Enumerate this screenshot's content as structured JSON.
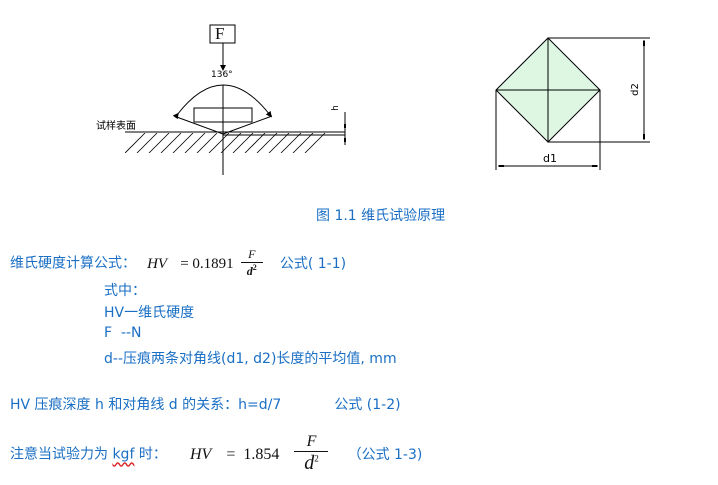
{
  "figure": {
    "force_label": "F",
    "angle_label": "136°",
    "surface_label": "试样表面",
    "depth_label": "h",
    "diag1_label": "d1",
    "diag2_label": "d2",
    "caption": "图 1.1 维氏试验原理",
    "fill_color": "#ddf7e3"
  },
  "text_color": "#1a6fc4",
  "formula1": {
    "label": "维氏硬度计算公式：",
    "lhs": "HV",
    "eq": "= 0.1891",
    "numerator": "F",
    "denominator": "d",
    "exponent": "2",
    "ref": "公式( 1-1)"
  },
  "where": {
    "title": "式中：",
    "items": [
      "HV一维氏硬度",
      "F  --N",
      "d--压痕两条对角线(d1, d2)长度的平均值, mm"
    ]
  },
  "relation": {
    "text": "HV 压痕深度 h 和对角线 d 的关系：h=d/7",
    "ref": "公式 (1-2)"
  },
  "formula3": {
    "label_prefix": "注意当试验力为 ",
    "unit": "kgf",
    "label_suffix": " 时：",
    "lhs": "HV",
    "eq": "=  1.854",
    "numerator": "F",
    "denominator": "d",
    "exponent": "2",
    "ref": "（公式 1-3)"
  }
}
